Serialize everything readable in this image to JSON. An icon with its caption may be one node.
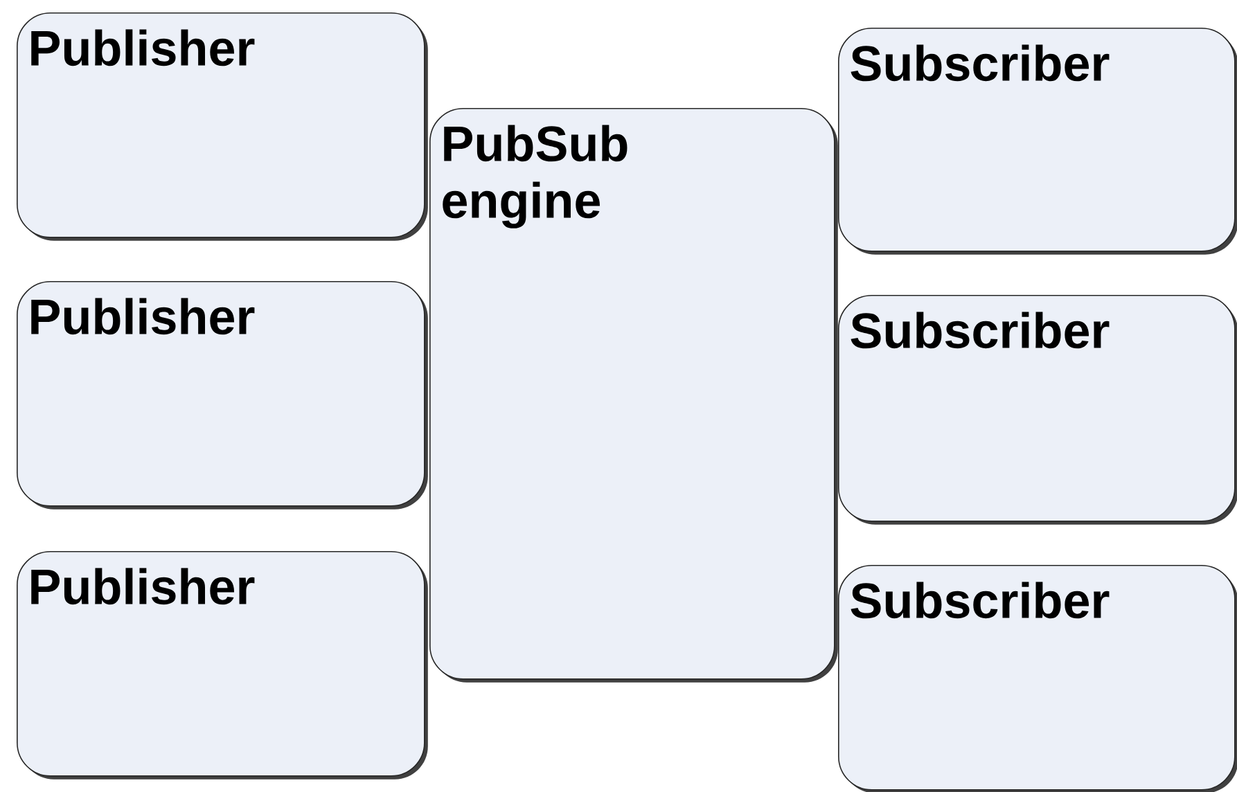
{
  "diagram": {
    "nodes": [
      {
        "text": [
          "Publisher"
        ]
      },
      {
        "text": [
          "Publisher"
        ]
      },
      {
        "text": [
          "Publisher"
        ]
      },
      {
        "text": [
          "PubSub engine"
        ]
      },
      {
        "text": [
          "Subscriber"
        ]
      },
      {
        "text": [
          "Subscriber"
        ]
      },
      {
        "text": [
          "Subscriber"
        ]
      }
    ],
    "edges": []
  }
}
